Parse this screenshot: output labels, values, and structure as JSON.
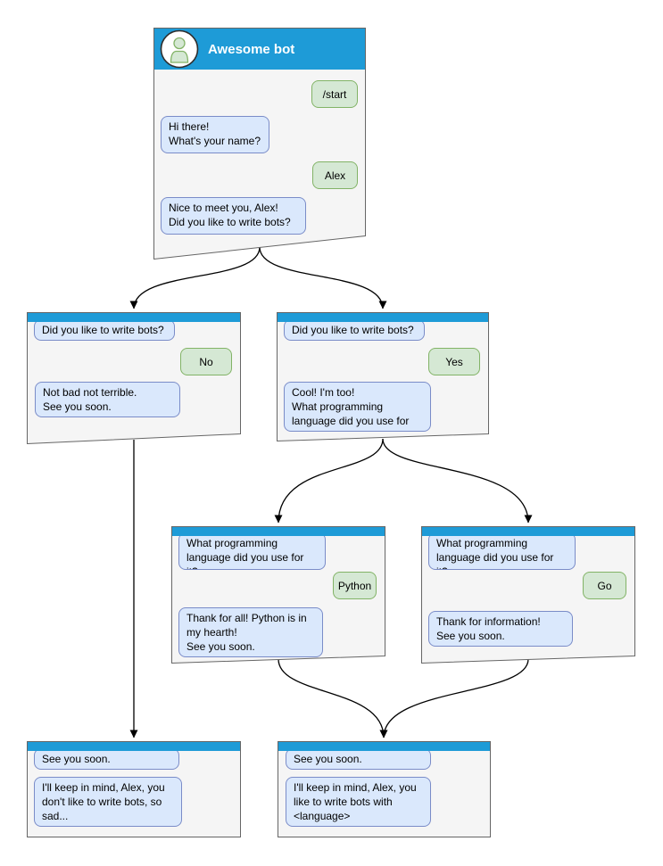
{
  "colors": {
    "titlebar_blue": "#1e9bd7",
    "window_fill": "#f5f5f5",
    "window_border": "#666666",
    "bot_bubble_fill": "#dae8fc",
    "bot_bubble_border": "#7a8cc8",
    "user_bubble_fill": "#d5e8d4",
    "user_bubble_border": "#82b366",
    "arrow": "#000000"
  },
  "windows": [
    {
      "id": "awesome-bot",
      "title": "Awesome bot",
      "messages": [
        {
          "side": "user",
          "text": "/start"
        },
        {
          "side": "bot",
          "text": "Hi there!\nWhat's your name?"
        },
        {
          "side": "user",
          "text": "Alex"
        },
        {
          "side": "bot",
          "text": "Nice to meet you, Alex!\nDid you like to write bots?"
        }
      ]
    },
    {
      "id": "branch-no",
      "messages": [
        {
          "side": "bot",
          "text": "Did you like to write bots?"
        },
        {
          "side": "user",
          "text": "No"
        },
        {
          "side": "bot",
          "text": "Not bad not terrible.\nSee you soon."
        }
      ]
    },
    {
      "id": "branch-yes",
      "messages": [
        {
          "side": "bot",
          "text": "Did you like to write bots?"
        },
        {
          "side": "user",
          "text": "Yes"
        },
        {
          "side": "bot",
          "text": "Cool! I'm too!\nWhat programming\nlanguage did you use for it?"
        }
      ]
    },
    {
      "id": "branch-python",
      "messages": [
        {
          "side": "bot",
          "text": "What programming\nlanguage did you use for it?"
        },
        {
          "side": "user",
          "text": "Python"
        },
        {
          "side": "bot",
          "text": "Thank for all! Python is in\nmy hearth!\nSee you soon."
        }
      ]
    },
    {
      "id": "branch-go",
      "messages": [
        {
          "side": "bot",
          "text": "What programming\nlanguage did you use for it?"
        },
        {
          "side": "user",
          "text": "Go"
        },
        {
          "side": "bot",
          "text": "Thank for information!\nSee you soon."
        }
      ]
    },
    {
      "id": "end-no",
      "messages": [
        {
          "side": "bot",
          "text": "See you soon."
        },
        {
          "side": "bot",
          "text": "I'll keep in mind, Alex, you\ndon't like to write bots, so\nsad..."
        }
      ]
    },
    {
      "id": "end-yes",
      "messages": [
        {
          "side": "bot",
          "text": "See you soon."
        },
        {
          "side": "bot",
          "text": "I'll keep in mind, Alex, you\nlike to write bots with\n<language>"
        }
      ]
    }
  ]
}
